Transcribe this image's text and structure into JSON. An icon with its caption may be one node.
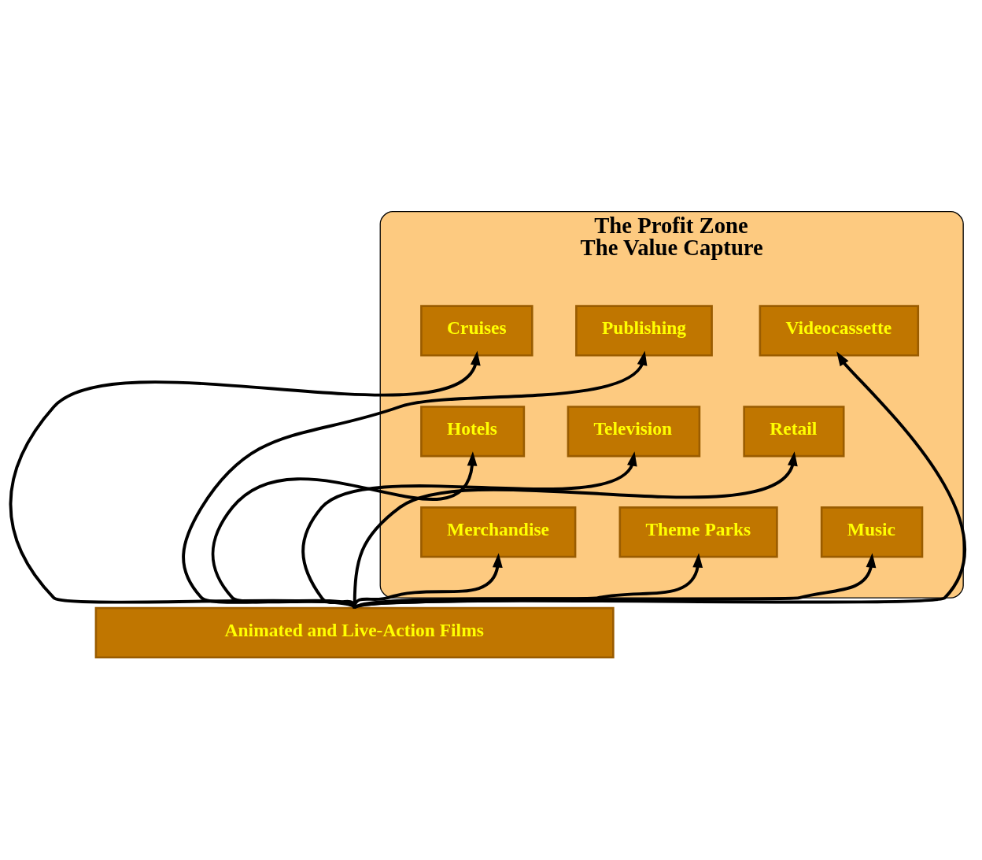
{
  "diagram": {
    "nodes": [
      {
        "text": [
          "The Profit Zone",
          "The Value Capture"
        ]
      },
      {
        "text": [
          "Cruises"
        ],
        "in": 0
      },
      {
        "text": [
          "Publishing"
        ],
        "in": 0
      },
      {
        "text": [
          "Videocassette"
        ],
        "in": 0
      },
      {
        "text": [
          "Hotels"
        ],
        "in": 0
      },
      {
        "text": [
          "Television"
        ],
        "in": 0
      },
      {
        "text": [
          "Retail"
        ],
        "in": 0
      },
      {
        "text": [
          "Merchandise"
        ],
        "in": 0
      },
      {
        "text": [
          "Theme Parks"
        ],
        "in": 0
      },
      {
        "text": [
          "Music"
        ],
        "in": 0
      },
      {
        "text": [
          "Animated and Live-Action Films"
        ]
      }
    ],
    "edges": [
      {
        "from": 10,
        "to": 7,
        "arrow": "to"
      },
      {
        "from": 10,
        "to": 4,
        "arrow": "to"
      },
      {
        "from": 10,
        "to": 1,
        "arrow": "to"
      },
      {
        "from": 10,
        "to": 5,
        "arrow": "to"
      },
      {
        "from": 10,
        "to": 8,
        "arrow": "to"
      },
      {
        "from": 10,
        "to": 2,
        "arrow": "to"
      },
      {
        "from": 10,
        "to": 3,
        "arrow": "to"
      },
      {
        "from": 10,
        "to": 6,
        "arrow": "to"
      },
      {
        "from": 10,
        "to": 9,
        "arrow": "to"
      }
    ]
  }
}
